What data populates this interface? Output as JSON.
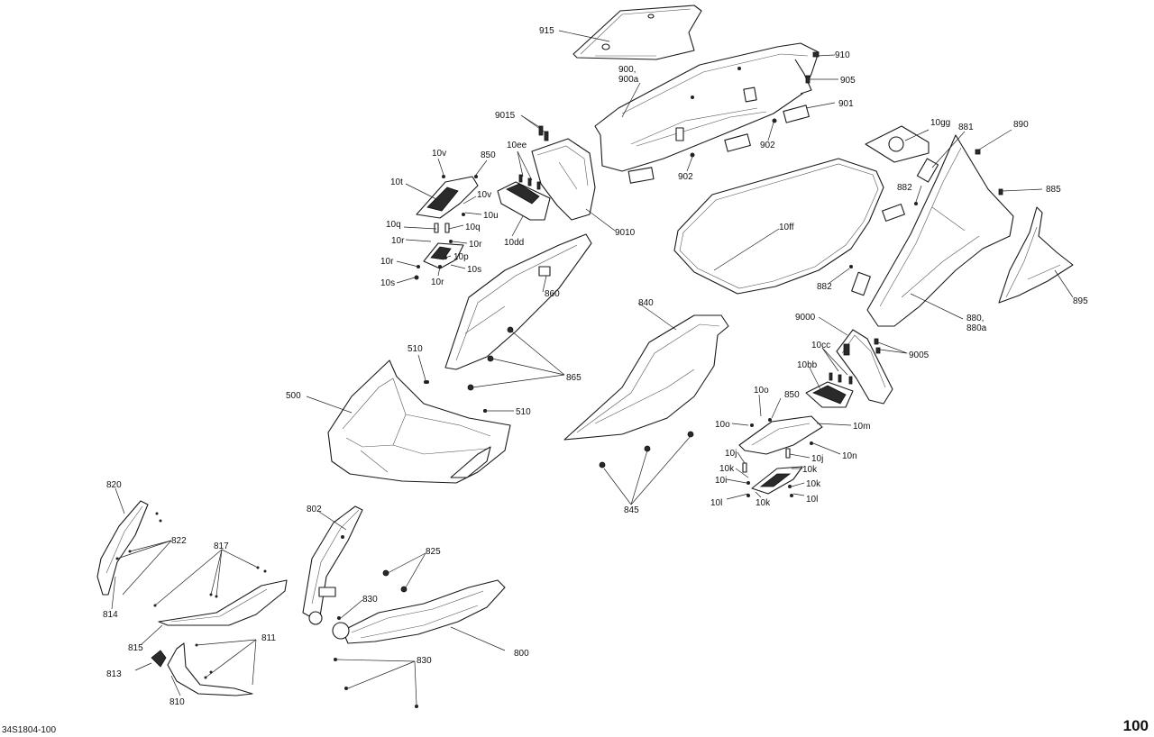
{
  "document": {
    "code": "34S1804-100",
    "page_number": "100"
  },
  "callouts": [
    {
      "id": "c915",
      "text": "915"
    },
    {
      "id": "c910",
      "text": "910"
    },
    {
      "id": "c900",
      "text": "900,"
    },
    {
      "id": "c900a",
      "text": "900a"
    },
    {
      "id": "c905",
      "text": "905"
    },
    {
      "id": "c901",
      "text": "901"
    },
    {
      "id": "c9015",
      "text": "9015"
    },
    {
      "id": "c902a",
      "text": "902"
    },
    {
      "id": "c902b",
      "text": "902"
    },
    {
      "id": "c10gg",
      "text": "10gg"
    },
    {
      "id": "c881",
      "text": "881"
    },
    {
      "id": "c890",
      "text": "890"
    },
    {
      "id": "c10ee",
      "text": "10ee"
    },
    {
      "id": "c10v1",
      "text": "10v"
    },
    {
      "id": "c850a",
      "text": "850"
    },
    {
      "id": "c10t",
      "text": "10t"
    },
    {
      "id": "c10v2",
      "text": "10v"
    },
    {
      "id": "c10u",
      "text": "10u"
    },
    {
      "id": "c882a",
      "text": "882"
    },
    {
      "id": "c885",
      "text": "885"
    },
    {
      "id": "c10q1",
      "text": "10q"
    },
    {
      "id": "c10q2",
      "text": "10q"
    },
    {
      "id": "c9010",
      "text": "9010"
    },
    {
      "id": "c10ff",
      "text": "10ff"
    },
    {
      "id": "c10r1",
      "text": "10r"
    },
    {
      "id": "c10dd",
      "text": "10dd"
    },
    {
      "id": "c10r2",
      "text": "10r"
    },
    {
      "id": "c10p",
      "text": "10p"
    },
    {
      "id": "c10r3",
      "text": "10r"
    },
    {
      "id": "c10s1",
      "text": "10s"
    },
    {
      "id": "c10s2",
      "text": "10s"
    },
    {
      "id": "c10r4",
      "text": "10r"
    },
    {
      "id": "c882b",
      "text": "882"
    },
    {
      "id": "c895",
      "text": "895"
    },
    {
      "id": "c860",
      "text": "860"
    },
    {
      "id": "c840",
      "text": "840"
    },
    {
      "id": "c880",
      "text": "880,"
    },
    {
      "id": "c880a",
      "text": "880a"
    },
    {
      "id": "c9000",
      "text": "9000"
    },
    {
      "id": "c10cc",
      "text": "10cc"
    },
    {
      "id": "c9005",
      "text": "9005"
    },
    {
      "id": "c510a",
      "text": "510"
    },
    {
      "id": "c10bb",
      "text": "10bb"
    },
    {
      "id": "c865",
      "text": "865"
    },
    {
      "id": "c500",
      "text": "500"
    },
    {
      "id": "c10o1",
      "text": "10o"
    },
    {
      "id": "c850b",
      "text": "850"
    },
    {
      "id": "c510b",
      "text": "510"
    },
    {
      "id": "c10o2",
      "text": "10o"
    },
    {
      "id": "c10m",
      "text": "10m"
    },
    {
      "id": "c10j1",
      "text": "10j"
    },
    {
      "id": "c10n",
      "text": "10n"
    },
    {
      "id": "c10j2",
      "text": "10j"
    },
    {
      "id": "c10k1",
      "text": "10k"
    },
    {
      "id": "c10k2",
      "text": "10k"
    },
    {
      "id": "c10i",
      "text": "10i"
    },
    {
      "id": "c10k3",
      "text": "10k"
    },
    {
      "id": "c10l1",
      "text": "10l"
    },
    {
      "id": "c10k4",
      "text": "10k"
    },
    {
      "id": "c10l2",
      "text": "10l"
    },
    {
      "id": "c820",
      "text": "820"
    },
    {
      "id": "c845",
      "text": "845"
    },
    {
      "id": "c802",
      "text": "802"
    },
    {
      "id": "c822",
      "text": "822"
    },
    {
      "id": "c817",
      "text": "817"
    },
    {
      "id": "c825",
      "text": "825"
    },
    {
      "id": "c830a",
      "text": "830"
    },
    {
      "id": "c814",
      "text": "814"
    },
    {
      "id": "c815",
      "text": "815"
    },
    {
      "id": "c811",
      "text": "811"
    },
    {
      "id": "c800",
      "text": "800"
    },
    {
      "id": "c830b",
      "text": "830"
    },
    {
      "id": "c813",
      "text": "813"
    },
    {
      "id": "c810",
      "text": "810"
    }
  ]
}
